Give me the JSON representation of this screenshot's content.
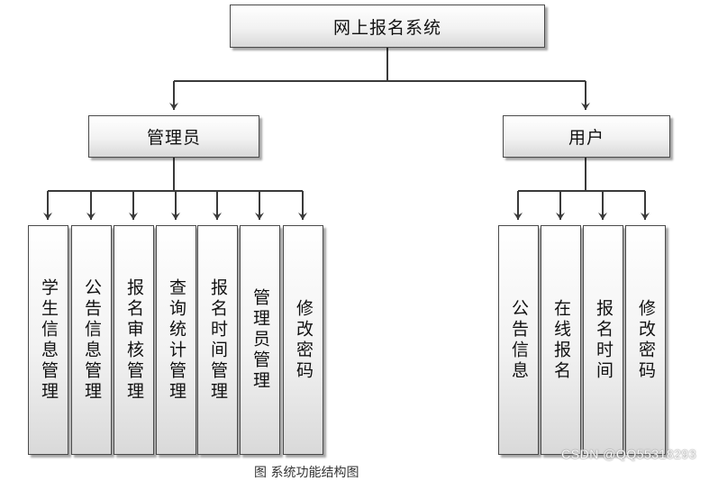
{
  "root": {
    "label": "网上报名系统"
  },
  "branches": [
    {
      "label": "管理员",
      "children": [
        "学生信息管理",
        "公告信息管理",
        "报名审核管理",
        "查询统计管理",
        "报名时间管理",
        "管理员管理",
        "修改密码"
      ]
    },
    {
      "label": "用户",
      "children": [
        "公告信息",
        "在线报名",
        "报名时间",
        "修改密码"
      ]
    }
  ],
  "caption": "图 系统功能结构图",
  "watermark": "CSDN @QQ55318293",
  "colors": {
    "line": "#3a3a3a",
    "box_border": "#4a4a4a",
    "box_top": "#ffffff",
    "box_bottom": "#d9d9d9"
  }
}
